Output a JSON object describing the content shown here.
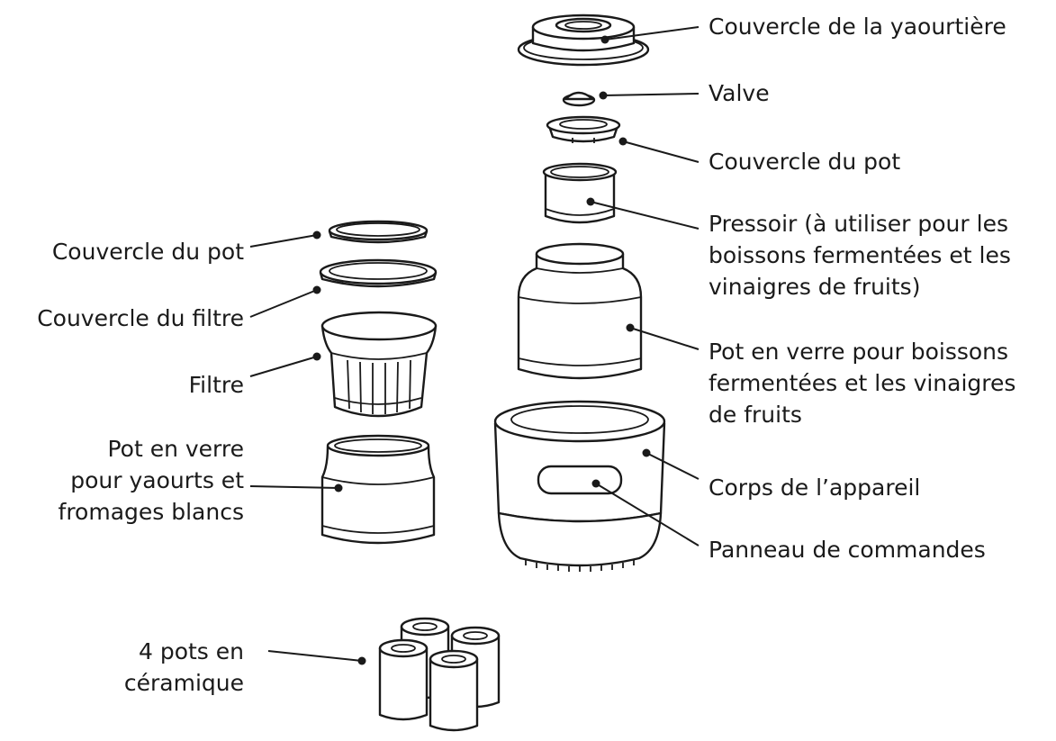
{
  "labels": {
    "couvercle_yaourtiere": [
      "Couvercle de la yaourtière"
    ],
    "valve": [
      "Valve"
    ],
    "couvercle_pot_droite": [
      "Couvercle du pot"
    ],
    "pressoir": [
      "Pressoir (à utiliser pour les",
      "boissons fermentées et les",
      "vinaigres de fruits)"
    ],
    "pot_verre_boissons": [
      "Pot en verre pour boissons",
      "fermentées et les vinaigres",
      "de fruits"
    ],
    "corps_appareil": [
      "Corps de l’appareil"
    ],
    "panneau_commandes": [
      "Panneau de commandes"
    ],
    "couvercle_pot_gauche": [
      "Couvercle du pot"
    ],
    "couvercle_filtre": [
      "Couvercle du filtre"
    ],
    "filtre": [
      "Filtre"
    ],
    "pot_verre_yaourts": [
      "Pot en verre",
      "pour yaourts et",
      "fromages blancs"
    ],
    "pots_ceramique": [
      "4 pots en",
      "céramique"
    ]
  }
}
